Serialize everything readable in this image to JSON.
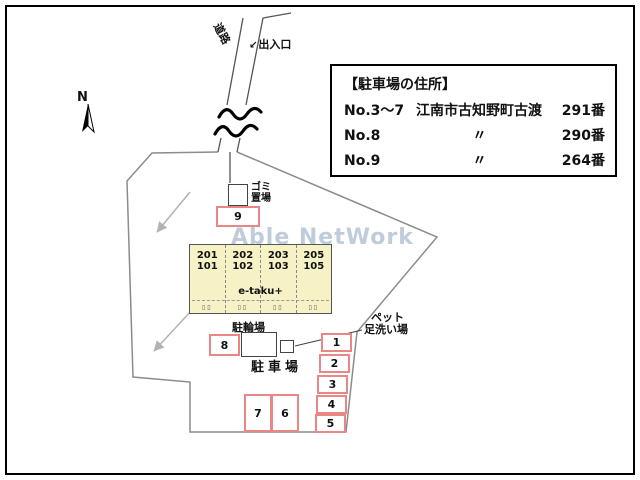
{
  "compass": {
    "label": "N"
  },
  "road": {
    "label": "道路",
    "entrance_arrow": "↙",
    "entrance_label": "出入口"
  },
  "address_box": {
    "title": "【駐車場の住所】",
    "rows": [
      {
        "no": "No.3～7",
        "addr": "江南市古知野町古渡",
        "lot": "291番"
      },
      {
        "no": "No.8",
        "addr": "〃",
        "lot": "290番"
      },
      {
        "no": "No.9",
        "addr": "〃",
        "lot": "264番"
      }
    ]
  },
  "watermark": {
    "text": "Able NetWork",
    "color": "#96aac4"
  },
  "site": {
    "garbage_line1": "ゴミ",
    "garbage_line2": "置場",
    "bicycle_label": "駐輪場",
    "pet_line1": "ペット",
    "pet_line2": "足洗い場",
    "parking_label": "駐車場"
  },
  "building": {
    "name": "e-taku+",
    "door_marks": "▯▯",
    "units": [
      {
        "upper": "201",
        "lower": "101"
      },
      {
        "upper": "202",
        "lower": "102"
      },
      {
        "upper": "203",
        "lower": "103"
      },
      {
        "upper": "205",
        "lower": "105"
      }
    ]
  },
  "spaces": {
    "n1": "1",
    "n2": "2",
    "n3": "3",
    "n4": "4",
    "n5": "5",
    "n6": "6",
    "n7": "7",
    "n8": "8",
    "n9": "9"
  },
  "colors": {
    "space_border": "#e98686",
    "building_fill": "#f7f1c6",
    "outline_gray": "#8c8c8c",
    "frame_black": "#000000"
  }
}
